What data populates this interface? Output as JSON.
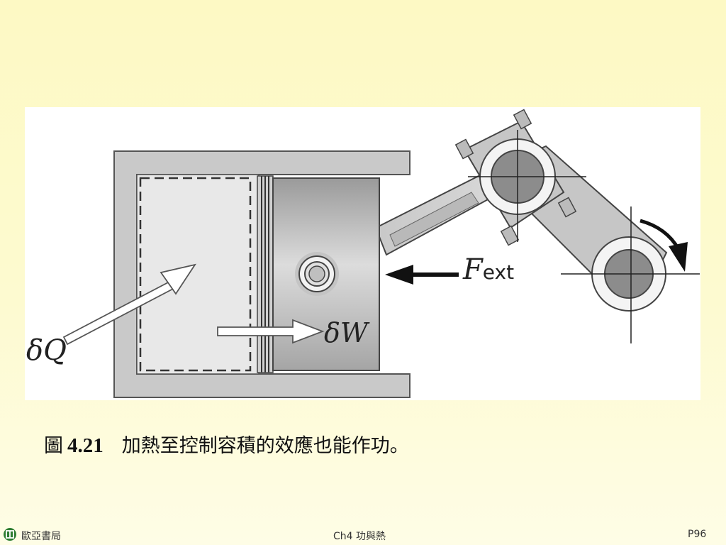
{
  "figure": {
    "labels": {
      "heat": "δQ",
      "work": "δW",
      "force_symbol": "F",
      "force_subscript": "ext"
    }
  },
  "caption": {
    "prefix": "圖",
    "number": "4.21",
    "text": "加熱至控制容積的效應也能作功。"
  },
  "footer": {
    "publisher": "歐亞書局",
    "chapter": "Ch4 功與熱",
    "page": "P96"
  },
  "colors": {
    "background": "#fdf9c4",
    "cylinder_wall": "#c9c9c9",
    "piston": "#b0b0b0",
    "pin_center": "#8c8c8c",
    "logo": "#2e7d32"
  }
}
